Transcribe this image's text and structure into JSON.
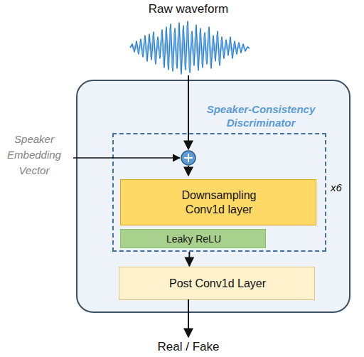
{
  "diagram": {
    "nodes": [
      {
        "text": [
          "Speaker-Consistency Discriminator"
        ]
      },
      {
        "text": [
          "x6"
        ],
        "in": 0
      },
      {
        "text": [
          "Downsampling Conv1d layer"
        ],
        "in": 1
      },
      {
        "text": [
          "Leaky ReLU"
        ],
        "in": 1
      },
      {
        "text": [
          "Post Conv1d Layer"
        ],
        "in": 0
      }
    ],
    "edges": [
      {
        "from": 1,
        "to": 4,
        "arrow": "to"
      }
    ],
    "labels": [
      "Raw waveform",
      "Speaker Embedding Vector",
      "Real / Fake"
    ]
  }
}
